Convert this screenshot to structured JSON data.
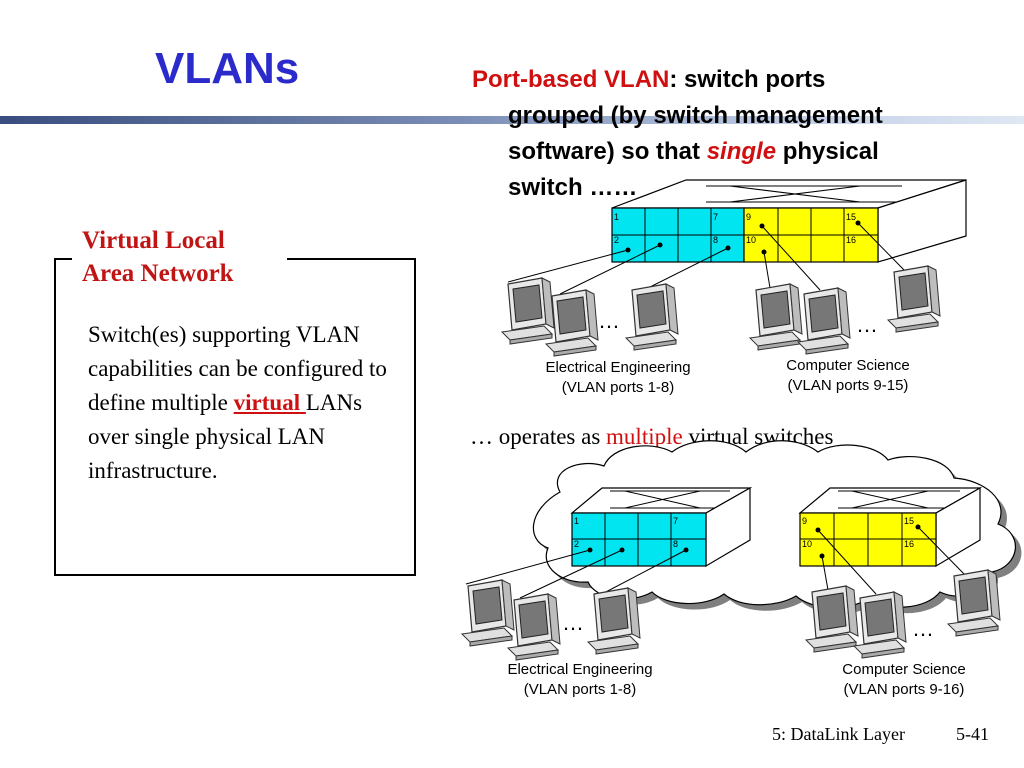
{
  "title": "VLANs",
  "port_based": {
    "term": "Port-based VLAN",
    "line1_rest": ": switch ports",
    "line2": "grouped (by switch management",
    "line3_pre": "software) so that ",
    "line3_emph": "single",
    "line3_post": " physical",
    "line4": "switch ……"
  },
  "sidebar_box": {
    "heading_line1": "Virtual Local",
    "heading_line2": "Area Network",
    "body_pre": "Switch(es) supporting VLAN capabilities can be configured to define multiple ",
    "body_emph": "virtual ",
    "body_post": "LANs over single physical LAN infrastructure."
  },
  "operates": {
    "pre": "… operates as ",
    "emph": "multiple",
    "post": " virtual switches"
  },
  "top_switch": {
    "ee_port_labels": [
      "1",
      "2",
      "7",
      "8"
    ],
    "cs_port_labels": [
      "9",
      "10",
      "15",
      "16"
    ],
    "ellipsis_left": "…",
    "ellipsis_right": "…",
    "ee_caption_line1": "Electrical Engineering",
    "ee_caption_line2": "(VLAN ports 1-8)",
    "cs_caption_line1": "Computer Science",
    "cs_caption_line2": "(VLAN ports 9-15)"
  },
  "bottom_switches": {
    "ee_port_labels": [
      "1",
      "2",
      "7",
      "8"
    ],
    "cs_port_labels": [
      "9",
      "10",
      "15",
      "16"
    ],
    "ellipsis_left": "…",
    "ellipsis_right": "…",
    "ee_caption_line1": "Electrical Engineering",
    "ee_caption_line2": "(VLAN ports 1-8)",
    "cs_caption_line1": "Computer Science",
    "cs_caption_line2": "(VLAN ports 9-16)"
  },
  "colors": {
    "ee_ports": "#00e5f0",
    "cs_ports": "#ffff00",
    "title": "#2b2bcc",
    "emphasis": "#d01010"
  },
  "footer": {
    "chapter": "5: DataLink Layer",
    "page": "5-41"
  }
}
